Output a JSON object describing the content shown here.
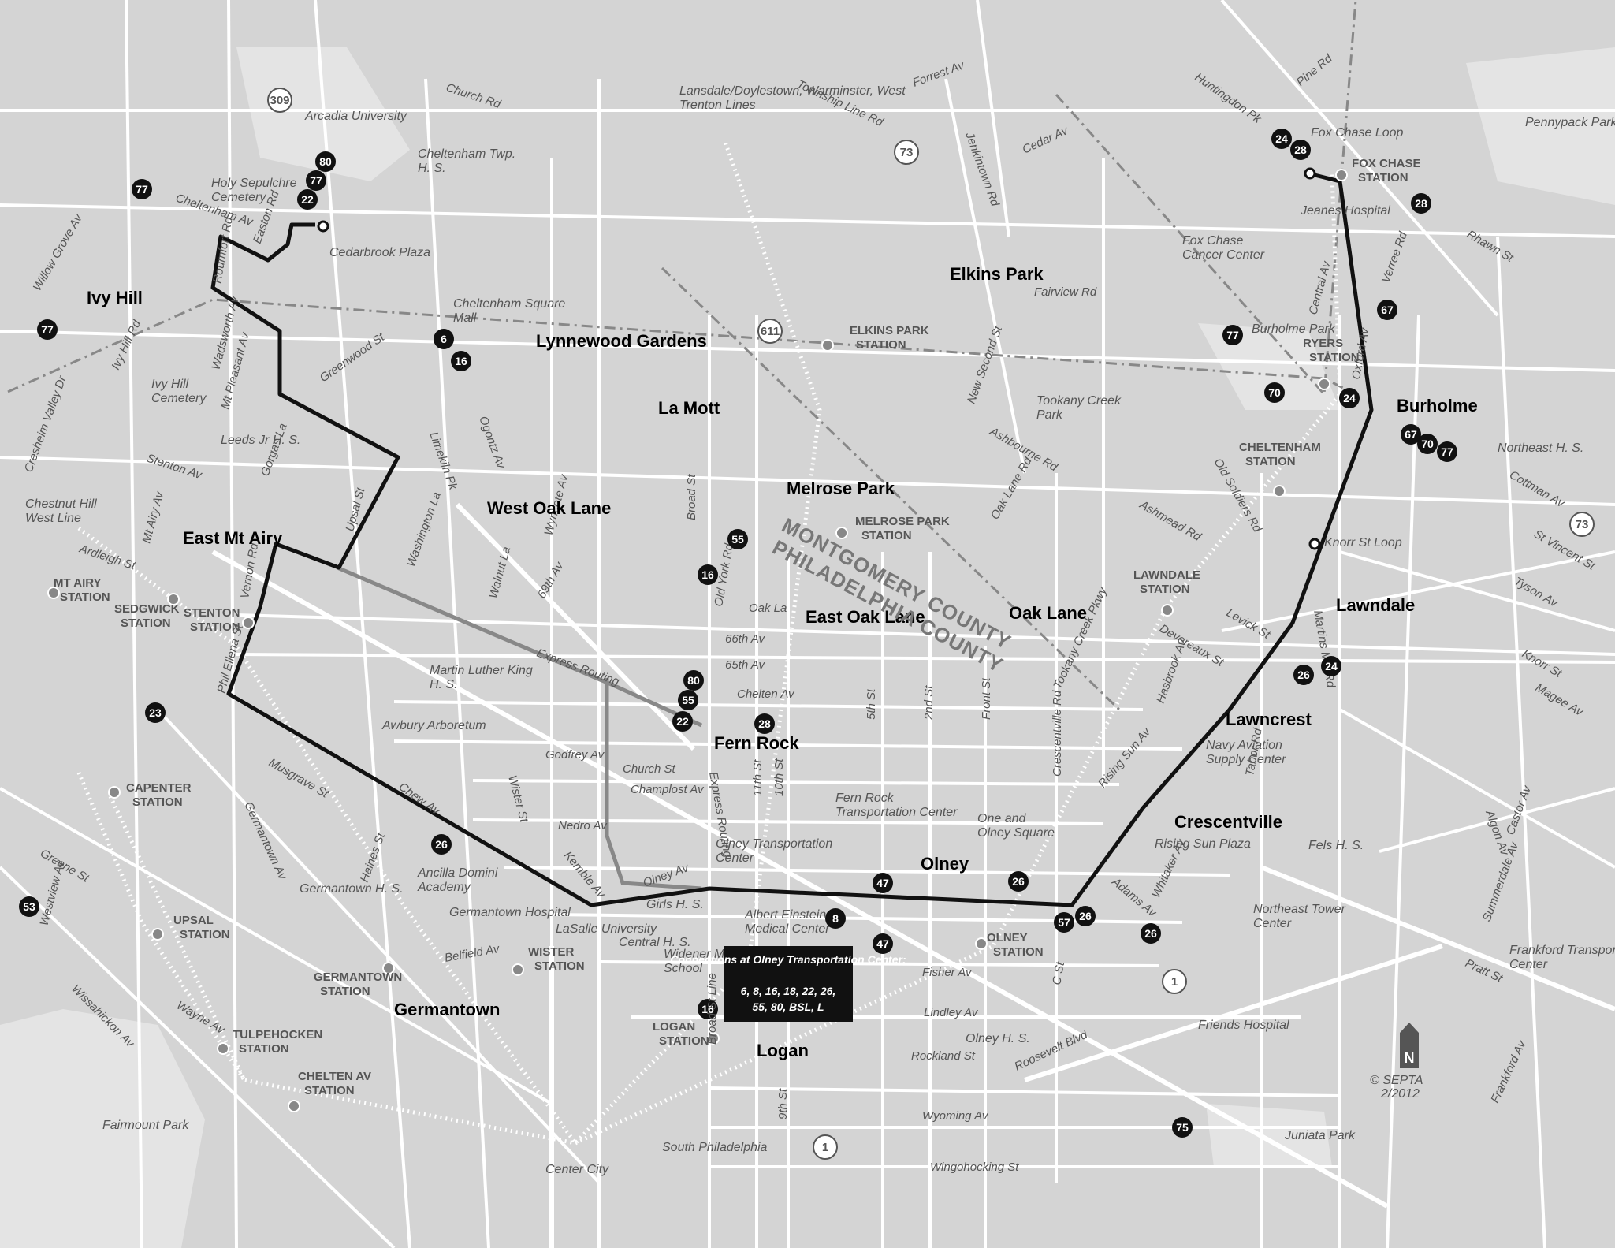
{
  "neighborhoods": [
    "Ivy Hill",
    "Lynnewood Gardens",
    "La Mott",
    "Elkins Park",
    "Melrose Park",
    "West Oak Lane",
    "East Mt Airy",
    "East Oak Lane",
    "Oak Lane",
    "Burholme",
    "Lawndale",
    "Lawncrest",
    "Crescentville",
    "Fern Rock",
    "Olney",
    "Germantown",
    "Logan"
  ],
  "county_labels": {
    "north": "MONTGOMERY COUNTY",
    "south": "PHILADELPHIA COUNTY"
  },
  "streets": [
    "Church Rd",
    "Township Line Rd",
    "Forrest Av",
    "Jenkintown Rd",
    "Cedar Av",
    "Huntingdon Pk",
    "Pine Rd",
    "Cheltenham Av",
    "Easton Rd",
    "Roumfort Rd",
    "Willow Grove Av",
    "Ivy Hill Rd",
    "Wadsworth Av",
    "Mt Pleasant Av",
    "Greenwood St",
    "Limekiln Pk",
    "Ogontz Av",
    "Washington La",
    "Stenton Av",
    "Upsal St",
    "Phil Ellena St",
    "Vernon Rd",
    "Gorgas La",
    "Mt Airy Av",
    "Ardleigh St",
    "Cresheim Valley Dr",
    "Walnut La",
    "69th Av",
    "Wyncote Av",
    "Broad St",
    "Old York Rd",
    "66th Av",
    "65th Av",
    "Oak La",
    "Chelten Av",
    "Godfrey Av",
    "Church St",
    "Champlost Av",
    "Nedro Av",
    "Kemble Av",
    "Olney Av",
    "Chew Av",
    "Musgrave St",
    "Germantown Av",
    "Haines St",
    "Greene St",
    "Westview Av",
    "Wissahickon Av",
    "Wayne Av",
    "Belfield Av",
    "Wister St",
    "11th St",
    "10th St",
    "9th St",
    "5th St",
    "2nd St",
    "Front St",
    "Crescentville Rd",
    "Tookany Creek Pkwy",
    "Hasbrook Av",
    "Devereaux St",
    "Levick St",
    "Rising Sun Av",
    "Oxford Av",
    "Central Av",
    "Verree Rd",
    "Rhawn St",
    "Algon Av",
    "Whitaker Av",
    "Cottman Av",
    "St Vincent St",
    "Tyson Av",
    "Summerdale Av",
    "Knorr St",
    "Magee Av",
    "Martins Mill Rd",
    "Tabor Rd",
    "Adams Av",
    "Fisher Av",
    "Lindley Av",
    "Rockland St",
    "Roosevelt Blvd",
    "Wyoming Av",
    "Wingohocking St",
    "C St",
    "Fairview Rd",
    "Ashbourne Rd",
    "Ashmead Rd",
    "New Second St",
    "Oak Lane Rd",
    "Old Soldiers Rd",
    "Pratt St",
    "Castor Av",
    "Frankford Av"
  ],
  "stations": [
    "MT AIRY STATION",
    "SEDGWICK STATION",
    "STENTON STATION",
    "CAPENTER STATION",
    "UPSAL STATION",
    "TULPEHOCKEN STATION",
    "CHELTEN AV STATION",
    "GERMANTOWN STATION",
    "WISTER STATION",
    "LOGAN STATION",
    "OLNEY STATION",
    "ELKINS PARK STATION",
    "MELROSE PARK STATION",
    "CHELTENHAM STATION",
    "LAWNDALE STATION",
    "RYERS STATION",
    "FOX CHASE STATION"
  ],
  "pois": [
    "Arcadia University",
    "Cheltenham Twp. H. S.",
    "Holy Sepulchre Cemetery",
    "Cedarbrook Plaza",
    "Cheltenham Square Mall",
    "Ivy Hill Cemetery",
    "Leeds Jr H. S.",
    "Martin Luther King H. S.",
    "Awbury Arboretum",
    "Ancilla Domini Academy",
    "Germantown H. S.",
    "Germantown Hospital",
    "LaSalle University",
    "Girls H. S.",
    "Central H. S.",
    "Widener Memorial School",
    "Albert Einstein Medical Center",
    "Fern Rock Transportation Center",
    "Olney Transportation Center",
    "One and Olney Square",
    "Olney H. S.",
    "Friends Hospital",
    "Northeast Tower Center",
    "Rising Sun Plaza",
    "Fels H. S.",
    "Navy Aviation Supply Center",
    "Northeast H. S.",
    "Pennypack Park",
    "Jeanes Hospital",
    "Fox Chase Cancer Center",
    "Burholme Park",
    "Tookany Creek Park",
    "Fairmount Park",
    "Juniata Park",
    "Frankford Transportation Center",
    "Chestnut Hill West Line",
    "Lansdale/Doylestown, Warminster, West Trenton Lines",
    "Center City",
    "South Philadelphia",
    "Fox Chase Loop",
    "Knorr St Loop"
  ],
  "labels": {
    "express_routing": "Express Routing",
    "broad_st_line": "Broad St Line",
    "copyright": "© SEPTA",
    "date": "2/2012",
    "north": "N"
  },
  "connections": {
    "title": "Connections at Olney Transportation Center:",
    "routes": "6, 8, 16, 18, 22, 26,",
    "routes2": "55, 80, BSL, L"
  },
  "highway_shields": [
    "309",
    "73",
    "611",
    "73",
    "1",
    "1"
  ],
  "colors": {
    "land": "#d4d4d4",
    "street": "#ffffff",
    "route": "#111111",
    "express": "#888888",
    "rail": "#ffffff",
    "park": "#e4e4e4"
  }
}
